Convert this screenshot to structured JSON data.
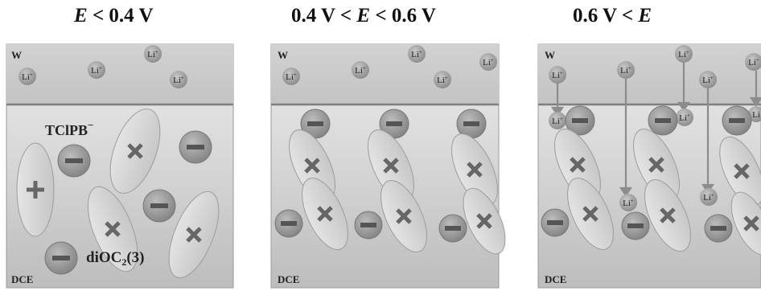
{
  "panels": [
    {
      "title": {
        "pre": "",
        "italic": "E",
        "post": " < 0.4 V"
      },
      "phase_top": "W",
      "phase_bottom": "DCE",
      "ion_label": "Li",
      "anion_label": "TClPB",
      "anion_charge": "−",
      "dye_label": "diOC",
      "dye_sub": "2",
      "dye_suffix": "(3)"
    },
    {
      "title": {
        "pre": "0.4 V < ",
        "italic": "E",
        "post": " < 0.6 V"
      },
      "phase_top": "W",
      "phase_bottom": "DCE",
      "ion_label": "Li"
    },
    {
      "title": {
        "pre": "0.6 V < ",
        "italic": "E",
        "post": ""
      },
      "phase_top": "W",
      "phase_bottom": "DCE",
      "ion_label": "Li"
    }
  ]
}
